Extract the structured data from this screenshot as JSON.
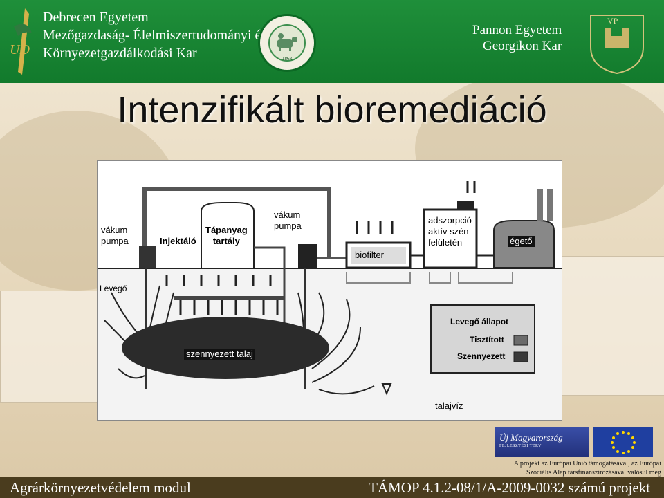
{
  "header": {
    "left_lines": [
      "Debrecen Egyetem",
      "Mezőgazdaság- Élelmiszertudományi és",
      "Környezetgazdálkodási Kar"
    ],
    "right_lines": [
      "Pannon Egyetem",
      "Georgikon Kar"
    ],
    "left_logo_letters": "UD",
    "seal_year": "1868",
    "right_logo_letters": "VP"
  },
  "title": "Intenzifikált bioremediáció",
  "diagram": {
    "labels": {
      "vakum_pumpa_left": "vákum\npumpa",
      "injektalo": "Injektáló",
      "tapanyag_tartaly": "Tápanyag\ntartály",
      "vakum_pumpa_right": "vákum\npumpa",
      "biofilter": "biofilter",
      "adszorpcio": "adszorpció\naktív szén\nfelületén",
      "egeto": "égető",
      "levego": "Levegő",
      "szennyezett_talaj": "szennyezett talaj",
      "talajviz": "talajvíz"
    },
    "legend": {
      "title": "Levegő állapot",
      "items": [
        {
          "label": "Tisztított",
          "color": "#6b6b6b"
        },
        {
          "label": "Szennyezett",
          "color": "#3a3a3a"
        }
      ]
    }
  },
  "eu_logo": {
    "brand": "Új Magyarország",
    "sub": "FEJLESZTÉSI TERV"
  },
  "eu_note": [
    "A projekt az Európai Unió támogatásával, az Európai",
    "Szociális Alap társfinanszírozásával valósul meg"
  ],
  "footer": {
    "left": "Agrárkörnyezetvédelem modul",
    "right": "TÁMOP 4.1.2-08/1/A-2009-0032 számú projekt"
  },
  "colors": {
    "header_green": "#1a8734",
    "footer_brown": "#4a3c1e",
    "eu_blue": "#1f3fa0",
    "eu_star": "#ffd700"
  }
}
